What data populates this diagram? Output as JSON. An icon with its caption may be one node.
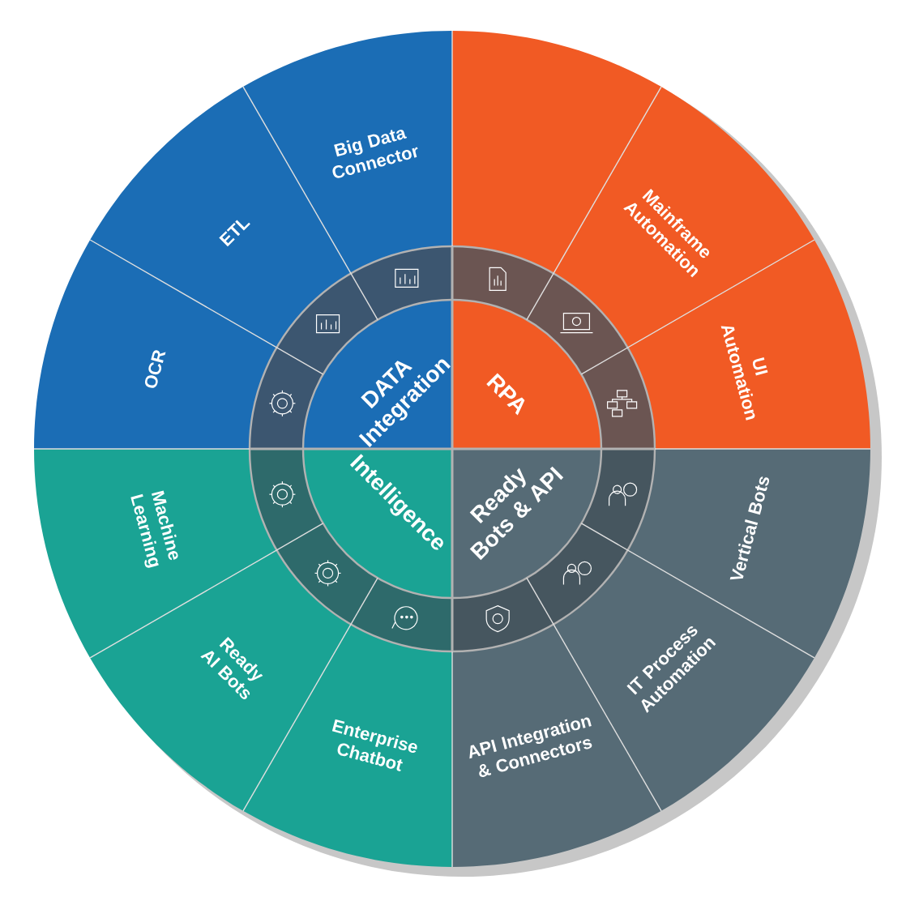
{
  "diagram": {
    "nodes": [
      {
        "text": [
          "DATA Integration"
        ]
      },
      {
        "text": [
          "RPA"
        ]
      },
      {
        "text": [
          "Intelligence"
        ]
      },
      {
        "text": [
          "Ready Bots & API"
        ]
      },
      {
        "text": [
          "OCR"
        ]
      },
      {
        "text": [
          "ETL"
        ]
      },
      {
        "text": [
          "Big Data Connector"
        ]
      },
      {
        "text": [],
        "shape": "sector"
      },
      {
        "text": [
          "Mainframe Automation"
        ]
      },
      {
        "text": [
          "UI Automation"
        ]
      },
      {
        "text": [
          "Vertical Bots"
        ]
      },
      {
        "text": [
          "IT Process Automation"
        ]
      },
      {
        "text": [
          "API Integration & Connectors"
        ]
      },
      {
        "text": [
          "Enterprise Chatbot"
        ]
      },
      {
        "text": [
          "Ready AI Bots"
        ]
      },
      {
        "text": [
          "Machine Learning"
        ]
      }
    ],
    "edges": []
  }
}
